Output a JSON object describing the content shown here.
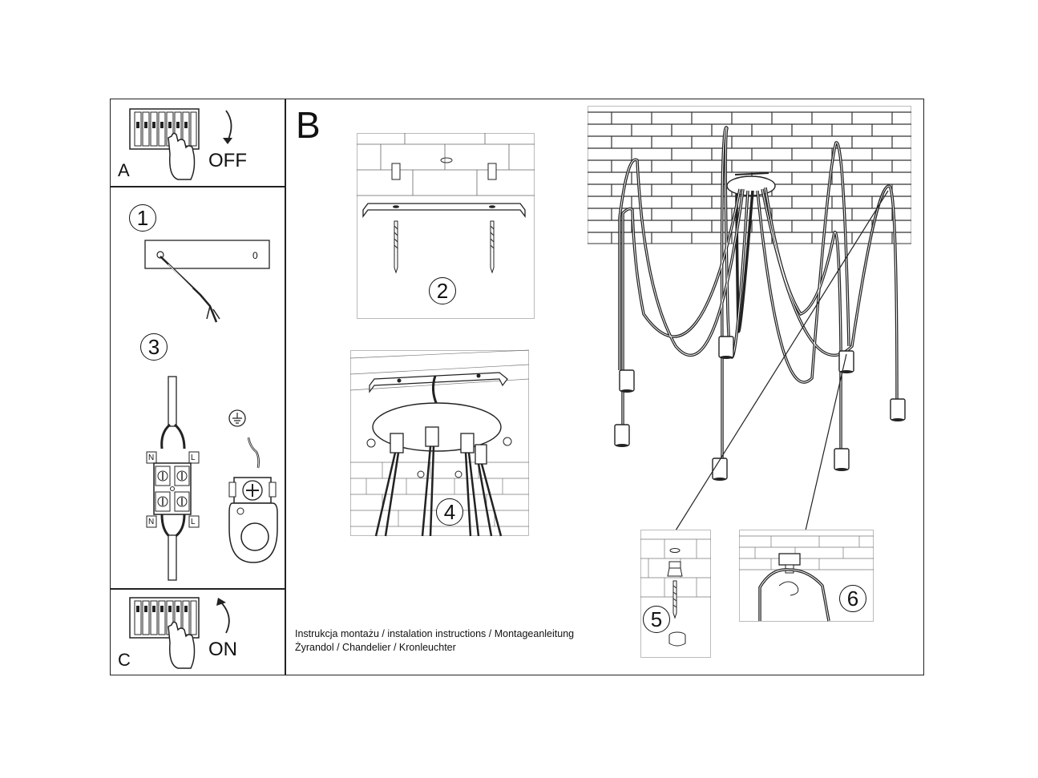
{
  "panels": {
    "a": {
      "letter": "A",
      "action": "OFF"
    },
    "b": {
      "letter": "B"
    },
    "c": {
      "letter": "C",
      "action": "ON"
    }
  },
  "steps": {
    "s1": "1",
    "s2": "2",
    "s3": "3",
    "s4": "4",
    "s5": "5",
    "s6": "6"
  },
  "canopy_label": "0",
  "terminal": {
    "n_top": "N",
    "l_top": "L",
    "n_bottom": "N",
    "l_bottom": "L"
  },
  "caption": {
    "line1": "Instrukcja montażu / instalation instructions / Montageanleitung",
    "line2": "Żyrandol / Chandelier / Kronleuchter"
  }
}
